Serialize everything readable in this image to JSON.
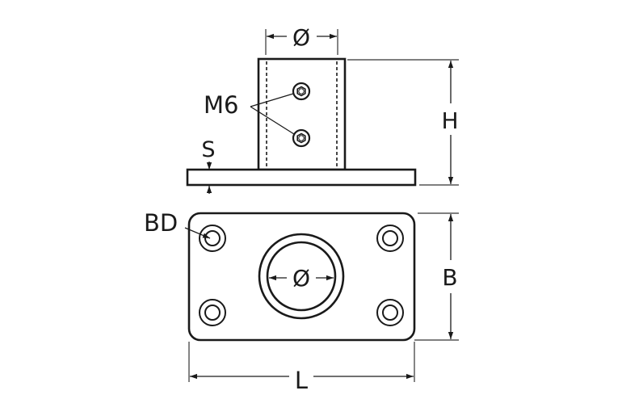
{
  "diagram": {
    "type": "technical-drawing",
    "subject": "rectangular base plate with square tube socket",
    "views": [
      "side-elevation",
      "plan-view"
    ],
    "colors": {
      "line": "#1a1a1a",
      "dim_line": "#333333",
      "background": "#ffffff"
    }
  },
  "labels": {
    "tube_diameter_top": "Ø",
    "tube_diameter_plan": "Ø",
    "thread": "M6",
    "thickness": "S",
    "height": "H",
    "bolt_diameter": "BD",
    "width": "B",
    "length": "L"
  }
}
